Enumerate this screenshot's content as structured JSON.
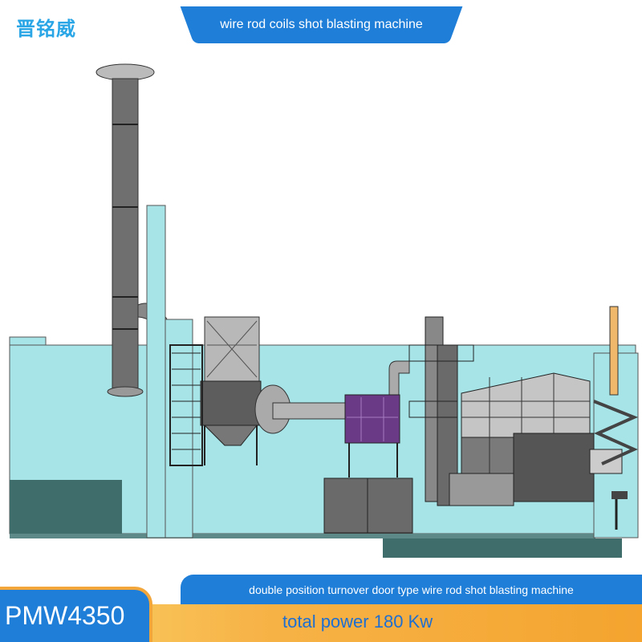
{
  "header": {
    "logo_text": "晋铭威",
    "title": "wire rod coils shot blasting machine"
  },
  "footer": {
    "description": "double position turnover door type wire rod shot blasting machine",
    "model": "PMW4350",
    "power": "total power 180 Kw"
  },
  "colors": {
    "accent_blue": "#1f7ed8",
    "logo_blue": "#2aa6e6",
    "floor_cyan": "#a6e4e8",
    "dark_teal": "#3f6d6c",
    "orange": "#f4a42f"
  }
}
